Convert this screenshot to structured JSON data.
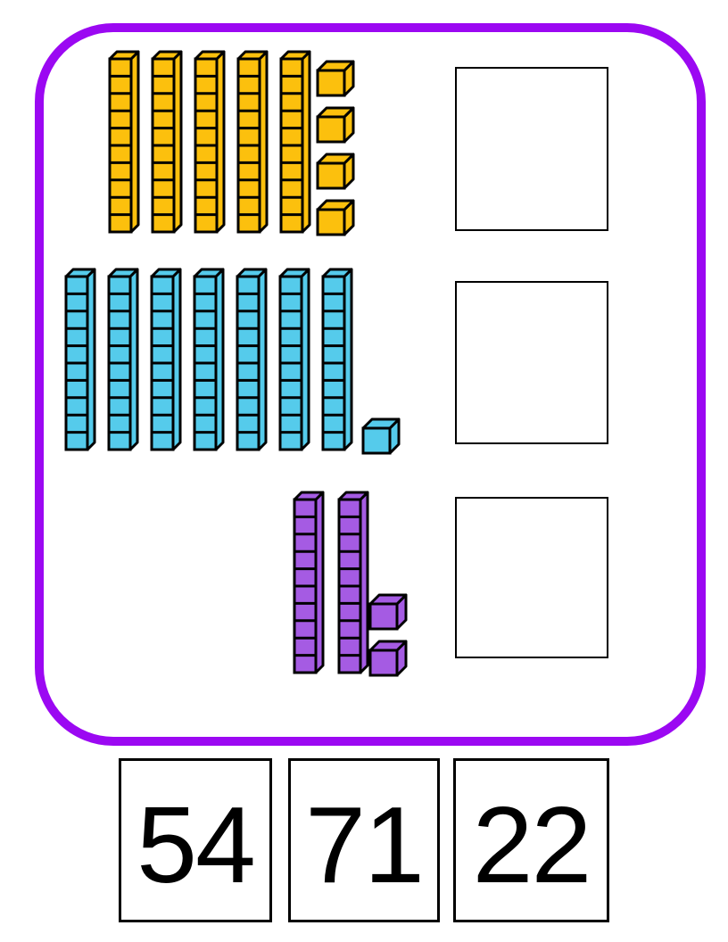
{
  "worksheet": {
    "frame": {
      "border_color": "#9B08F2"
    },
    "rows": [
      {
        "block_color_name": "orange",
        "block_color": "#FCC00D",
        "tens_rods": 5,
        "ones_cubes": 4,
        "represents": 54,
        "answer_box_value": ""
      },
      {
        "block_color_name": "blue",
        "block_color": "#55CBEB",
        "tens_rods": 7,
        "ones_cubes": 1,
        "represents": 71,
        "answer_box_value": ""
      },
      {
        "block_color_name": "purple",
        "block_color": "#A55BE3",
        "tens_rods": 2,
        "ones_cubes": 2,
        "represents": 22,
        "answer_box_value": ""
      }
    ],
    "cards": [
      {
        "label": "54"
      },
      {
        "label": "71"
      },
      {
        "label": "22"
      }
    ]
  }
}
